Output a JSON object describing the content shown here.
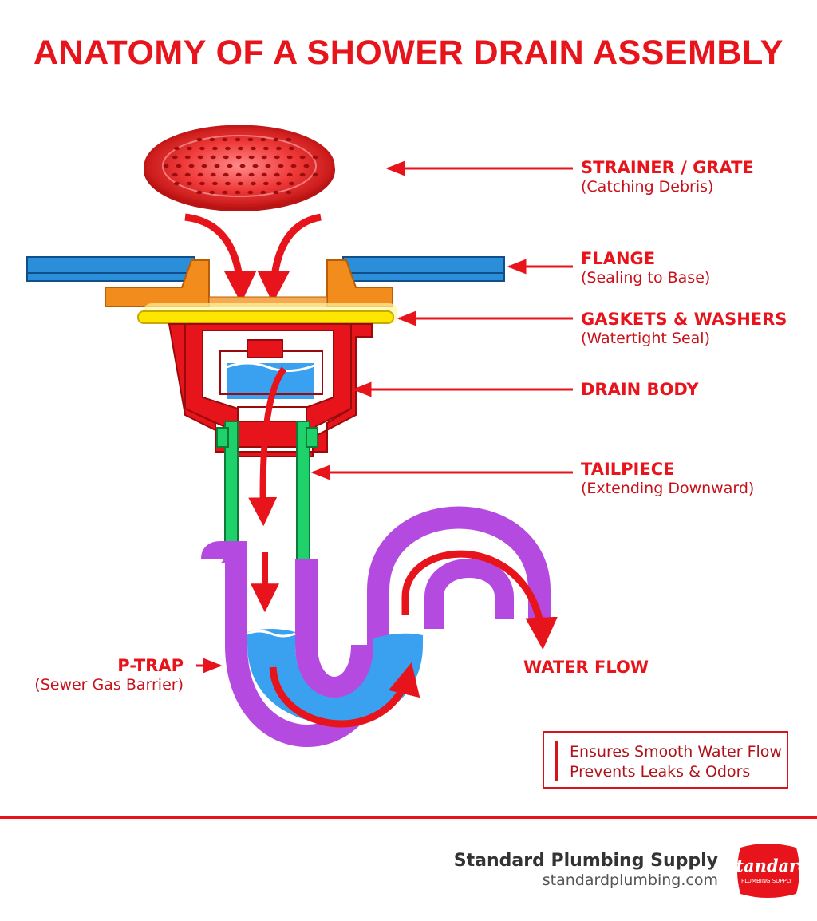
{
  "title": "ANATOMY OF A SHOWER DRAIN ASSEMBLY",
  "labels": {
    "strainer": {
      "main": "STRAINER / GRATE",
      "sub": "(Catching Debris)"
    },
    "flange": {
      "main": "FLANGE",
      "sub": "(Sealing to Base)"
    },
    "gaskets": {
      "main": "GASKETS & WASHERS",
      "sub": "(Watertight Seal)"
    },
    "drain_body": {
      "main": "DRAIN BODY"
    },
    "tailpiece": {
      "main": "TAILPIECE",
      "sub": "(Extending Downward)"
    },
    "ptrap": {
      "main": "P-TRAP",
      "sub": "(Sewer Gas Barrier)"
    },
    "water_flow": {
      "main": "WATER FLOW"
    }
  },
  "callout": {
    "line1": "Ensures Smooth Water Flow",
    "line2": "Prevents Leaks & Odors"
  },
  "footer": {
    "company": "Standard Plumbing Supply",
    "url": "standardplumbing.com",
    "logo_text": "Standard",
    "logo_subtext": "PLUMBING SUPPLY"
  },
  "colors": {
    "accent_red": "#e8141b",
    "tile_blue": "#2a8fd8",
    "flange_orange": "#f28c1c",
    "gasket_yellow": "#ffe600",
    "tailpiece_green": "#1fd16a",
    "trap_purple": "#b44ae0",
    "water_blue": "#3aa0f0"
  }
}
